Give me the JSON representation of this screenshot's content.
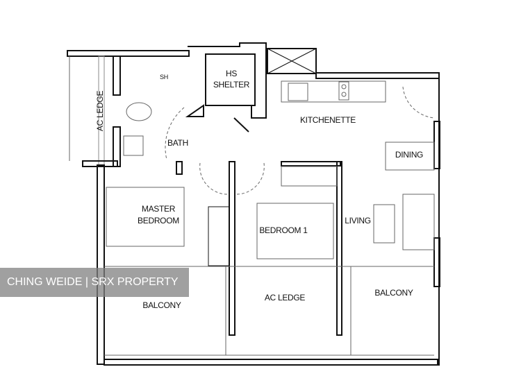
{
  "rooms": {
    "ac_ledge_left": "AC LEDGE",
    "sh": "SH",
    "hs_shelter_1": "HS",
    "hs_shelter_2": "SHELTER",
    "kitchenette": "KITCHENETTE",
    "bath": "BATH",
    "dining": "DINING",
    "master_bedroom_1": "MASTER",
    "master_bedroom_2": "BEDROOM",
    "bedroom1": "BEDROOM 1",
    "living": "LIVING",
    "balcony_left": "BALCONY",
    "ac_ledge_bottom": "AC LEDGE",
    "balcony_right": "BALCONY"
  },
  "watermark": "CHING WEIDE | SRX PROPERTY",
  "colors": {
    "wall": "#111111",
    "line": "#777777",
    "watermark_bg": "#808080"
  }
}
